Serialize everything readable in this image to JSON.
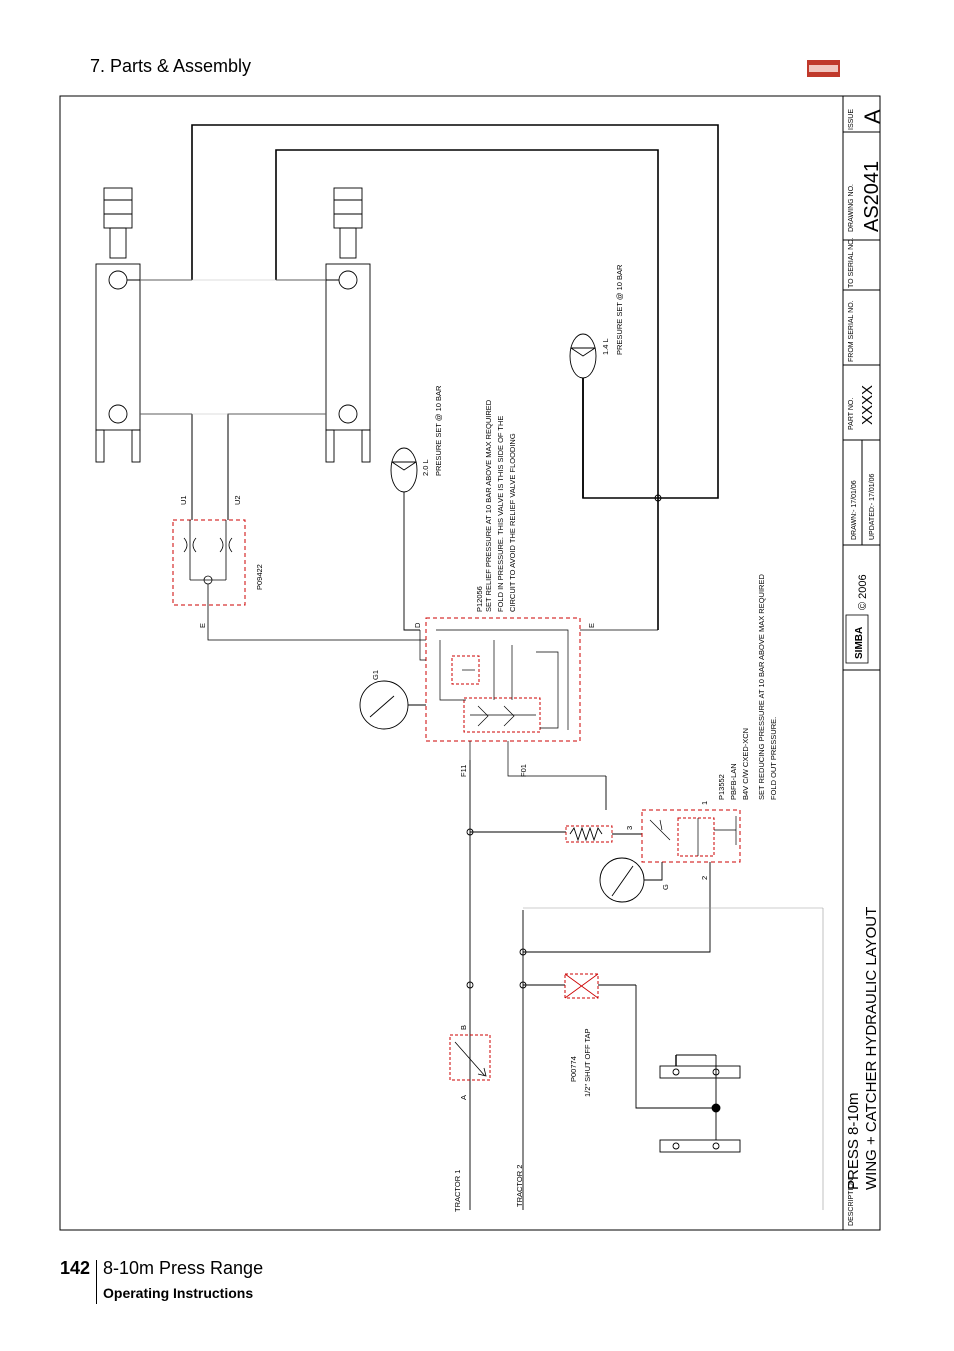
{
  "header": {
    "section_title": "7. Parts & Assembly",
    "logo_text": "SIMBA"
  },
  "footer": {
    "page_number": "142",
    "range": "8-10m Press Range",
    "subtitle": "Operating Instructions"
  },
  "title_block": {
    "description_label": "DESCRIPTION",
    "title_line1": "PRESS 8-10m",
    "title_line2": "WING + CATCHER HYDRAULIC LAYOUT",
    "logo_text": "SIMBA",
    "copyright": "© 2006",
    "drawn": "DRAWN:-  17/01/06",
    "updated": "UPDATED:- 17/01/06",
    "part_no_label": "PART NO.",
    "part_no": "XXXX",
    "from_serial_label": "FROM SERIAL NO.",
    "to_serial_label": "TO SERIAL NO.",
    "drawing_no_label": "DRAWING NO.",
    "drawing_no": "AS2041",
    "issue_label": "ISSUE",
    "issue": "A"
  },
  "labels": {
    "u1": "U1",
    "u2": "U2",
    "p09422": "P09422",
    "e_left": "E",
    "d": "D",
    "e_right": "E",
    "g1": "G1",
    "f11": "F11",
    "f01": "F01",
    "p12056": "P12056",
    "relief_1": "SET RELIEF PRESSURE AT 10 BAR ABOVE MAX REQUIRED",
    "relief_2": "FOLD IN PRESSURE. THIS VALVE IS THIS SIDE OF THE",
    "relief_3": "CIRCUIT TO AVOID THE RELIEF VALVE FLOODING",
    "acc1_vol": "2.0 L",
    "acc1_set": "PRESURE SET @ 10 BAR",
    "acc2_vol": "1.4 L",
    "acc2_set": "PRESURE SET @ 10 BAR",
    "p13552": "P13552",
    "pbfb": "PBFB-LAN",
    "b4v": "B4V C/W CXED-XCN",
    "reducing_1": "SET REDUCING PRESSURE AT 10 BAR ABOVE MAX REQUIRED",
    "reducing_2": "FOLD OUT PRESSURE.",
    "port_1": "1",
    "port_2": "2",
    "port_3": "3",
    "g": "G",
    "p00774": "P00774",
    "shutoff": "1/2\" SHUT OFF TAP",
    "a": "A",
    "b": "B",
    "tractor1": "TRACTOR 1",
    "tractor2": "TRACTOR 2"
  },
  "colors": {
    "line": "#000000",
    "dashed_block": "#cc0000",
    "logo_red": "#c0392b",
    "thin_line": "#777777"
  }
}
